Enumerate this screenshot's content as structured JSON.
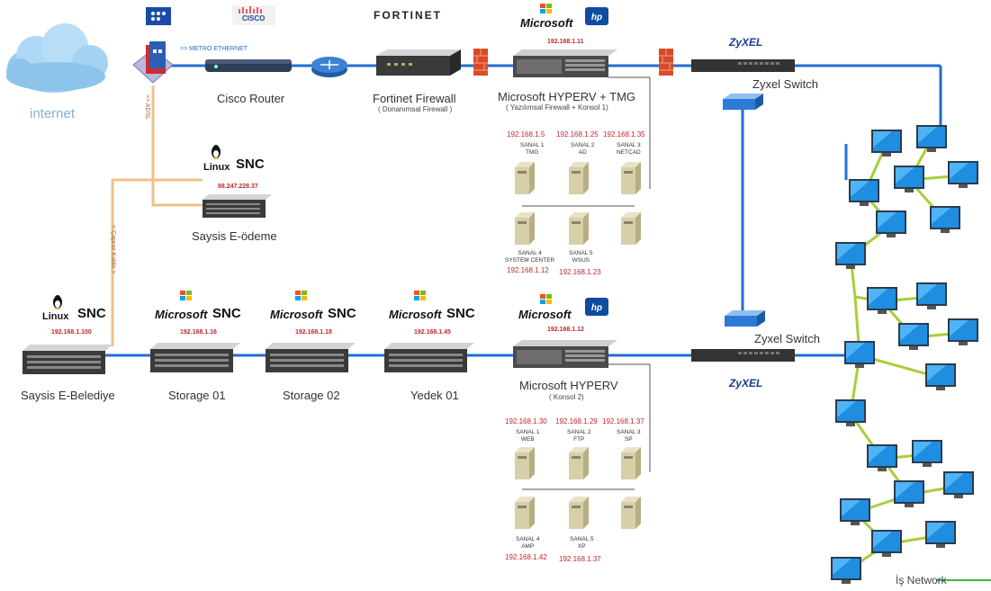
{
  "logos": {
    "cisco": "CISCO",
    "fortinet": "FORTINET",
    "microsoft": "Microsoft",
    "hp": "hp",
    "zyxel": "ZyXEL",
    "linux": "Linux",
    "snc": "SNC"
  },
  "top": {
    "internet": "internet",
    "metro": ">> METRO ETHERNET",
    "adsl": ">> ADSL",
    "cisco_router": "Cisco Router",
    "fortinet_fw": "Fortinet Firewall",
    "fortinet_fw_sub": "( Donanımsal Firewall )",
    "hyperv1_ip": "192.168.1.11",
    "hyperv1": "Microsoft HYPERV + TMG",
    "hyperv1_sub": "( Yazılımsal Firewall + Konsol 1)",
    "zyxel_switch1": "Zyxel Switch",
    "sanal_ip1": "192.168.1.5",
    "sanal_ip2": "192.168.1.25",
    "sanal_ip3": "192.168.1.35",
    "sanal1": "SANAL 1",
    "sanal1_name": "TMG",
    "sanal2": "SANAL 2",
    "sanal2_name": "AD",
    "sanal3": "SANAL 3",
    "sanal3_name": "NETCAD",
    "sanal4": "SANAL 4",
    "sanal4_name": "SYSTEM CENTER",
    "sanal4_ip": "192.168.1.12",
    "sanal5": "SANAL 5",
    "sanal5_name": "WSUS",
    "sanal5_ip": "192.168.1.23",
    "odeme_ip": "88.247.228.37",
    "odeme": "Saysis E-ödeme",
    "capraz": "< Çapraz Kablo >"
  },
  "bottom": {
    "belediye_ip": "192.168.1.100",
    "belediye": "Saysis E-Belediye",
    "storage1_ip": "192.168.1.16",
    "storage1": "Storage 01",
    "storage2_ip": "192.168.1.18",
    "storage2": "Storage 02",
    "yedek_ip": "192.168.1.45",
    "yedek": "Yedek 01",
    "hyperv2_ip": "192.168.1.12",
    "hyperv2": "Microsoft HYPERV",
    "hyperv2_sub": "( Konsol 2)",
    "zyxel_switch2": "Zyxel Switch",
    "sanal_ip1": "192.168.1.30",
    "sanal_ip2": "192.168.1.29",
    "sanal_ip3": "192.168.1.37",
    "sanal1": "SANAL 1",
    "sanal1_name": "WEB",
    "sanal2": "SANAL 2",
    "sanal2_name": "FTP",
    "sanal3": "SANAL 3",
    "sanal3_name": "SP",
    "sanal4": "SANAL 4",
    "sanal4_name": "AMP",
    "sanal4_ip": "192.168.1.42",
    "sanal5": "SANAL 5",
    "sanal5_name": "XP",
    "sanal5_ip": "192.168.1.37"
  },
  "network_label": "İş Network",
  "colors": {
    "link_blue": "#1f6fd1",
    "link_green": "#a6cf3a",
    "link_orange": "#f1c08a",
    "ip_red": "#c0262c"
  }
}
